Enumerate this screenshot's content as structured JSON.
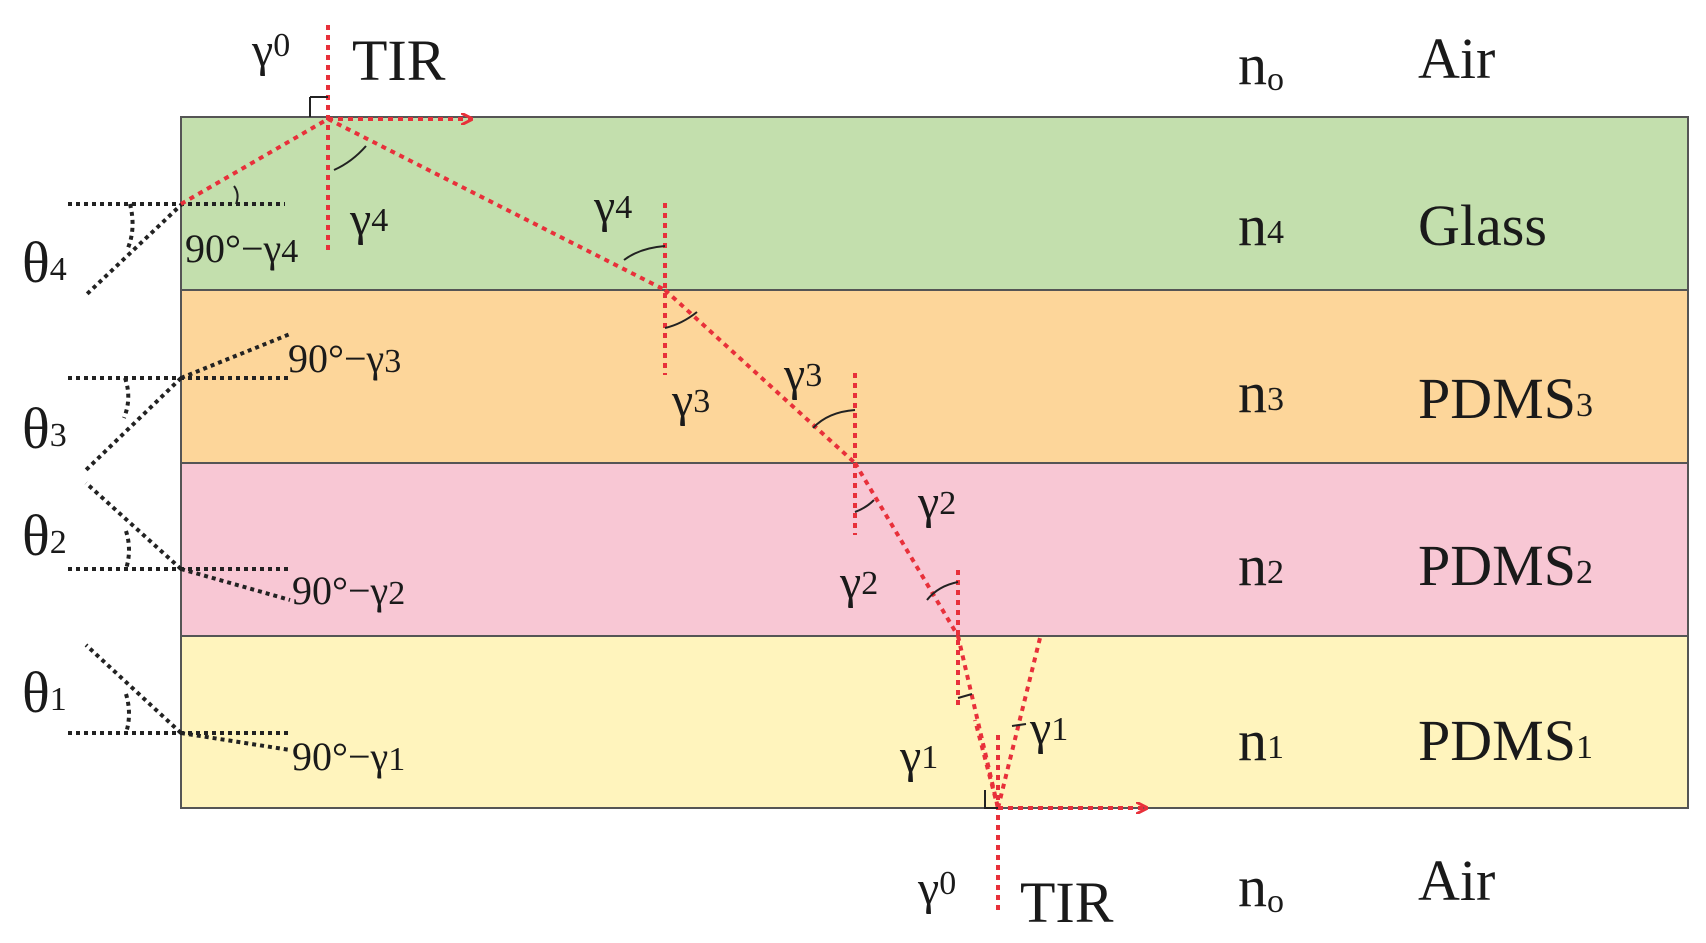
{
  "media": {
    "top_index": "n",
    "top_index_sub": "o",
    "top_name": "Air",
    "bottom_index": "n",
    "bottom_index_sub": "o",
    "bottom_name": "Air"
  },
  "layers": [
    {
      "index": "n",
      "index_sub": "4",
      "name": "Glass",
      "name_sub": "",
      "color": "#c3dfad"
    },
    {
      "index": "n",
      "index_sub": "3",
      "name": "PDMS",
      "name_sub": "3",
      "color": "#fdd69a"
    },
    {
      "index": "n",
      "index_sub": "2",
      "name": "PDMS",
      "name_sub": "2",
      "color": "#f8c7d4"
    },
    {
      "index": "n",
      "index_sub": "1",
      "name": "PDMS",
      "name_sub": "1",
      "color": "#fff4bd"
    }
  ],
  "tir": {
    "top": "TIR",
    "bottom": "TIR"
  },
  "gamma": {
    "base": "γ",
    "zero": "0",
    "one": "1",
    "two": "2",
    "three": "3",
    "four": "4"
  },
  "theta": {
    "base": "θ",
    "one": "1",
    "two": "2",
    "three": "3",
    "four": "4"
  },
  "complement": "90°−γ",
  "colors": {
    "ray": "#e8303a",
    "border": "#555555",
    "dotted": "#222222"
  }
}
